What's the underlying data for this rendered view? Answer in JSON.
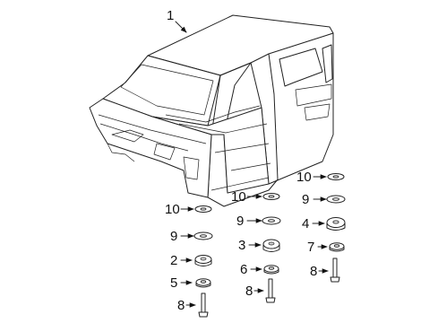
{
  "diagram": {
    "parts": [
      {
        "ref": "1",
        "label": "1"
      },
      {
        "ref": "2",
        "label": "2"
      },
      {
        "ref": "3",
        "label": "3"
      },
      {
        "ref": "4",
        "label": "4"
      },
      {
        "ref": "5",
        "label": "5"
      },
      {
        "ref": "6",
        "label": "6"
      },
      {
        "ref": "7",
        "label": "7"
      },
      {
        "ref": "8",
        "label": "8"
      },
      {
        "ref": "9",
        "label": "9"
      },
      {
        "ref": "10",
        "label": "10"
      }
    ],
    "callouts": {
      "c1": "1",
      "left_10": "10",
      "left_9": "9",
      "left_2": "2",
      "left_5": "5",
      "left_8": "8",
      "mid_10": "10",
      "mid_9": "9",
      "mid_3": "3",
      "mid_6": "6",
      "mid_8": "8",
      "right_10": "10",
      "right_9": "9",
      "right_4": "4",
      "right_7": "7",
      "right_8": "8"
    }
  }
}
